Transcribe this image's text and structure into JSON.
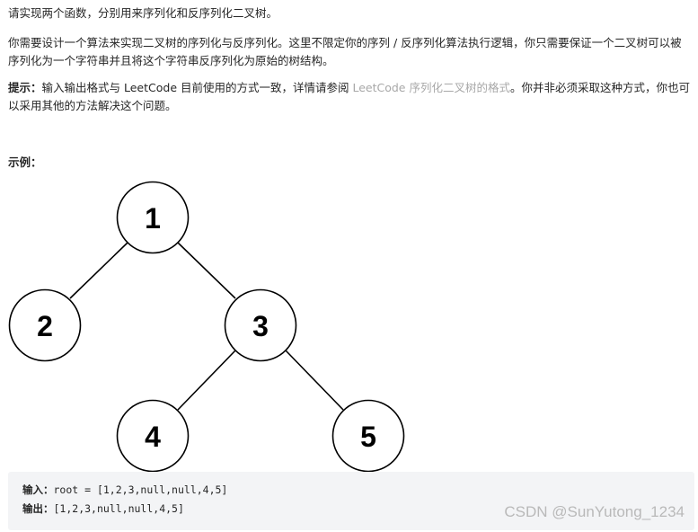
{
  "paragraphs": {
    "intro": "请实现两个函数，分别用来序列化和反序列化二叉树。",
    "description": "你需要设计一个算法来实现二叉树的序列化与反序列化。这里不限定你的序列 / 反序列化算法执行逻辑，你只需要保证一个二叉树可以被序列化为一个字符串并且将这个字符串反序列化为原始的树结构。",
    "hint": {
      "label": "提示：",
      "text_before": "输入输出格式与 LeetCode 目前使用的方式一致，详情请参阅 ",
      "link": "LeetCode 序列化二叉树的格式",
      "text_after": "。你并非必须采取这种方式，你也可以采用其他的方法解决这个问题。"
    }
  },
  "example": {
    "label": "示例：",
    "tree_nodes": [
      "1",
      "2",
      "3",
      "4",
      "5"
    ],
    "input_label": "输入：",
    "input_value": "root = [1,2,3,null,null,4,5]",
    "output_label": "输出：",
    "output_value": "[1,2,3,null,null,4,5]"
  },
  "watermark": "CSDN @SunYutong_1234"
}
